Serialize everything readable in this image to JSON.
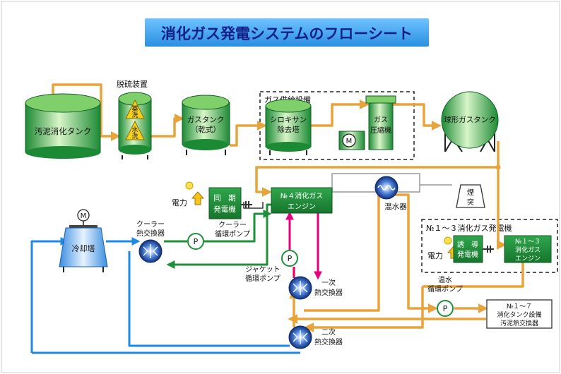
{
  "title": "消化ガス発電システムのフローシート",
  "equipment": {
    "sludge_tank": "汚泥消化タンク",
    "desulfurizer_label": "脱硫装置",
    "desulf_chem_1": "薬",
    "desulf_chem_2": "洗",
    "desulf_water_1": "水",
    "desulf_water_2": "洗",
    "gas_tank_1": "ガスタンク",
    "gas_tank_2": "（乾式）",
    "gas_supply_label": "ガス供給設備",
    "siloxane_1": "シロキサン",
    "siloxane_2": "除去塔",
    "compressor_1": "ガス",
    "compressor_2": "圧縮機",
    "motor": "M",
    "spherical_tank": "球形ガスタンク",
    "electricity": "電力",
    "sync_gen_1": "同　期",
    "sync_gen_2": "発電機",
    "engine4_1": "№４消化ガス",
    "engine4_2": "エンジン",
    "water_heater": "温水器",
    "chimney_1": "煙",
    "chimney_2": "突",
    "cooling_motor": "M",
    "cooling_tower": "冷却塔",
    "cooler_hx_1": "クーラー",
    "cooler_hx_2": "熱交換器",
    "pump": "P",
    "cooler_pump_1": "クーラー",
    "cooler_pump_2": "循環ポンプ",
    "jacket_pump_1": "ジャケット",
    "jacket_pump_2": "循環ポンプ",
    "primary_hx_1": "一次",
    "primary_hx_2": "熱交換器",
    "secondary_hx_1": "二次",
    "secondary_hx_2": "熱交換器",
    "group13_label": "№１～３消化ガス発電機",
    "induction_gen_1": "誘　導",
    "induction_gen_2": "発電機",
    "engine13_1": "№１～３",
    "engine13_2": "消化ガス",
    "engine13_3": "エンジン",
    "hot_pump_1": "温水",
    "hot_pump_2": "循環ポンプ",
    "digest_hx_1": "№１～７",
    "digest_hx_2": "消化タンク設備",
    "digest_hx_3": "汚泥熱交換器"
  },
  "colors": {
    "gas_line": "#e8a33a",
    "water_line": "#1e88e5",
    "jacket_line": "#e6007e",
    "green_dark": "#1f8f3a",
    "green_light": "#bfe8b0",
    "title_bg": "#3fa9f5",
    "title_text": "#13208a"
  }
}
